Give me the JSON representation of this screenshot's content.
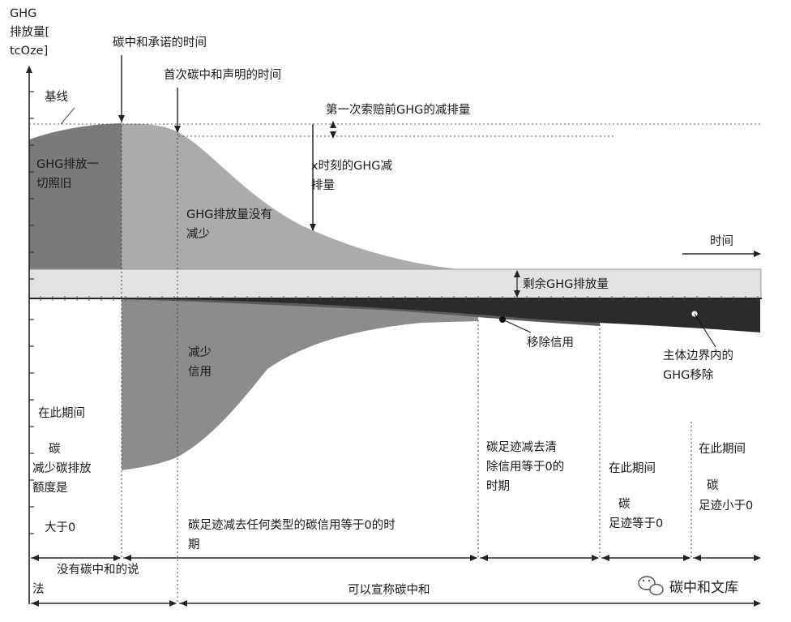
{
  "y_axis_label": [
    "GHG",
    "排放量[",
    "tcOze]"
  ],
  "time_label": "时间",
  "baseline_label": "基线",
  "commit_time_label": "碳中和承诺的时间",
  "first_declare_label": "首次碳中和声明的时间",
  "first_claim_reduction_label": "第一次索赔前GHG的减排量",
  "x_reduction_label": [
    "x时刻的GHG减",
    "排量"
  ],
  "bau_label": [
    "GHG排放一",
    "切照旧"
  ],
  "no_reduction_label": [
    "GHG排放量没有",
    "减少"
  ],
  "remaining_label": "剩余GHG排放量",
  "reduction_credits_label": [
    "减少",
    "信用"
  ],
  "removal_credits_label": "移除信用",
  "in_boundary_removal_label": [
    "主体边界内的",
    "GHG移除"
  ],
  "period_a_label": [
    "在此期间",
    "碳",
    "减少碳排放",
    "额度是",
    "大于0"
  ],
  "period_b_label": [
    "碳足迹减去任何类型的碳信用等于0的时",
    "期"
  ],
  "period_c_label": [
    "碳足迹减去清",
    "除信用等于0的",
    "时期"
  ],
  "period_d_label": [
    "在此期间",
    "碳",
    "足迹等于0"
  ],
  "period_e_label": [
    "在此期间",
    "碳",
    "足迹小于0"
  ],
  "no_claim_label": [
    "没有碳中和的说",
    "法"
  ],
  "can_declare_label": "可以宣称碳中和",
  "watermark_label": "碳中和文库",
  "colors": {
    "bau_fill": "#7a7a7a",
    "reduction_fill": "#ababab",
    "remaining_band": "#e2e2e2",
    "reduction_credit_fill": "#8c8c8c",
    "removal_credit_fill": "#5a5a5a",
    "in_boundary_fill": "#2b2b2b",
    "axis": "#222222"
  }
}
